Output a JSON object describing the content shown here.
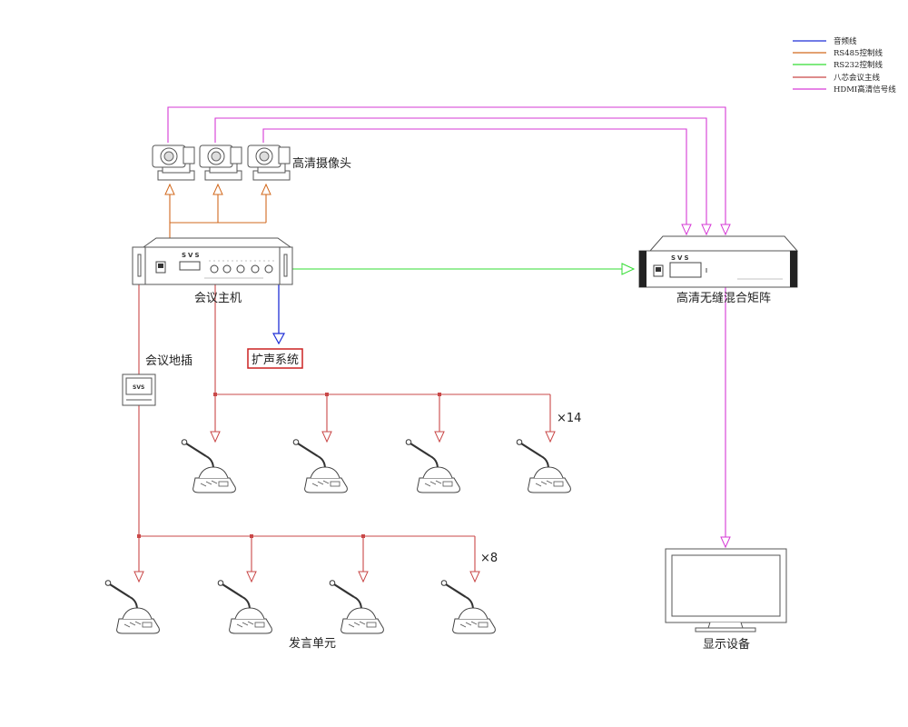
{
  "legend": [
    {
      "label": "音频线",
      "color": "#1f2fd6"
    },
    {
      "label": "RS485控制线",
      "color": "#d2691e"
    },
    {
      "label": "RS232控制线",
      "color": "#33dd33"
    },
    {
      "label": "八芯会议主线",
      "color": "#c94848"
    },
    {
      "label": "HDMI高清信号线",
      "color": "#d63ad6"
    }
  ],
  "labels": {
    "cameras": "高清摄像头",
    "host": "会议主机",
    "pa": "扩声系统",
    "floor_socket": "会议地插",
    "matrix": "高清无缝混合矩阵",
    "display": "显示设备",
    "speaker_units": "发言单元",
    "count_top": "×14",
    "count_bottom": "×8"
  },
  "device_text": {
    "host_brand": "SVS",
    "matrix_brand": "SVS",
    "socket_tag": "SVS"
  }
}
